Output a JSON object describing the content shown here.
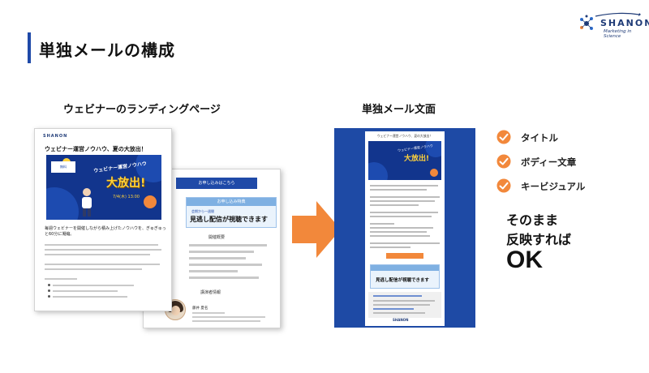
{
  "slide": {
    "title": "単独メールの構成"
  },
  "logo": {
    "name": "SHANON",
    "tagline": "Marketing in Science"
  },
  "left_section": {
    "heading": "ウェビナーのランディングページ",
    "front_page": {
      "logo_text": "SHANON",
      "headline": "ウェビナー運営ノウハウ、夏の大放出！",
      "hero_tag": "無料",
      "hero_sub": "ウェビナー運営ノウハウ",
      "hero_big": "大放出!",
      "hero_date": "7/4(木) 13:00",
      "lead": "毎週ウェビナーを開催しながら積み上げたノウハウを、ぎゅぎゅっと60分に凝縮。"
    },
    "back_page": {
      "button": "お申し込みはこちら",
      "tokuten_head": "お申し込み特典",
      "tokuten_badge": "会期から一週間",
      "tokuten_main": "見逃し配信が視聴できます",
      "kaisai": "開催概要",
      "lecturer": "講演者情報",
      "lecturer_name": "藤井 夏名"
    }
  },
  "right_section": {
    "heading": "単独メール文面",
    "mail": {
      "subject": "ウェビナー運営ノウハウ、夏の大放出！",
      "hero_sub": "ウェビナー運営ノウハウ",
      "hero_big": "大放出!",
      "tokuten_main": "見逃し配信が視聴できます",
      "footer_logo": "SHANON"
    }
  },
  "checklist": [
    {
      "label": "タイトル"
    },
    {
      "label": "ボディー文章"
    },
    {
      "label": "キービジュアル"
    }
  ],
  "conclusion": {
    "line1": "そのまま",
    "line2": "反映すれば",
    "line3": "OK"
  },
  "colors": {
    "accent_blue": "#1f4aa8",
    "arrow_orange": "#f2883b",
    "check_orange": "#f2883b"
  }
}
